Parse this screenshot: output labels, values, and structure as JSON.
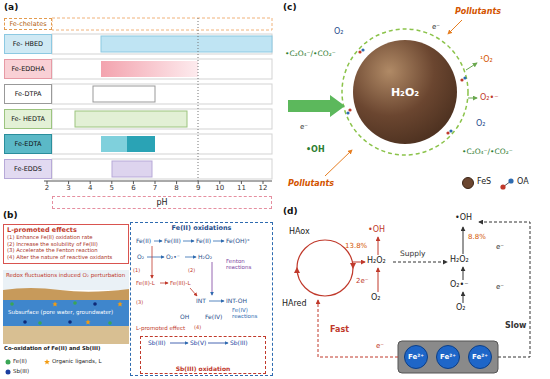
{
  "diagram": {
    "nodes": [
      {
        "text": [
          "Fe-chelates"
        ]
      },
      {
        "text": [
          "Fe- HBED"
        ]
      },
      {
        "text": [
          "Fe-EDDHA"
        ]
      },
      {
        "text": [
          "Fe-DTPA"
        ]
      },
      {
        "text": [
          "Fe- HEDTA"
        ]
      },
      {
        "text": [
          "Fe-EDTA"
        ]
      },
      {
        "text": [
          "Fe-EDDS"
        ]
      },
      {
        "text": [
          "pH"
        ]
      },
      {
        "text": [
          "L-promoted effects",
          "(1) Enhance Fe(II) oxidation rate",
          "(2) Increase the solubility of Fe(III)",
          "(3) Accelerate the Fenton reaction",
          "(4) Alter the nature of reactive oxidants"
        ]
      },
      {
        "text": [
          "Fe(II) oxidations"
        ]
      },
      {
        "text": [
          "Sb(III) oxidation"
        ],
        "in": 9
      },
      {
        "text": [
          "H₂O₂"
        ]
      },
      {
        "text": [
          "Fe²⁺"
        ]
      },
      {
        "text": [
          "Fe²⁺"
        ]
      },
      {
        "text": [
          "Fe²⁺"
        ]
      }
    ],
    "labels": [
      "(a)",
      "2",
      "3",
      "4",
      "5",
      "6",
      "7",
      "8",
      "9",
      "10",
      "11",
      "12",
      "(b)",
      "Redox fluctuations induced O₂ perturbation",
      "Subsurface (pore water, groundwater)",
      "Co-oxidation of Fe(II) and Sb(III)",
      "Fe(II)",
      "Fe(III)",
      "Fe(II)",
      "Fe(OH)⁺",
      "O₂",
      "O₂•⁻",
      "H₂O₂",
      "Fenton reactions",
      "(1)",
      "(2)",
      "Fe(II)-L",
      "Fe(III)-L",
      "INT",
      "INT-OH",
      "(3)",
      "OH",
      "Fe(IV)",
      "Fe(IV) reactions",
      "L-promoted effect",
      "(4)",
      "Sb(III)",
      "Sb(V)",
      "Sb(III)",
      "(c)",
      "Pollutants",
      "O₂",
      "•C₂O₄⁻/•CO₂⁻",
      "e⁻",
      "¹O₂",
      "O₂•⁻",
      "O₂",
      "•C₂O₄⁻/•CO₂⁻",
      "e⁻",
      "•OH",
      "Pollutants",
      "(d)",
      "HAox",
      "HAred",
      "•OH",
      "13.8%",
      "H₂O₂",
      "2e⁻",
      "O₂",
      "Supply",
      "•OH",
      "8.8%",
      "e⁻",
      "H₂O₂",
      "O₂•⁻",
      "e⁻",
      "O₂",
      "Fast",
      "Slow",
      "e⁻"
    ],
    "legend": [
      {
        "text": "Fe(II)"
      },
      {
        "text": "Organic ligands, L"
      },
      {
        "text": "Sb(III)"
      },
      {
        "text": "FeS"
      },
      {
        "text": "OA"
      }
    ]
  }
}
